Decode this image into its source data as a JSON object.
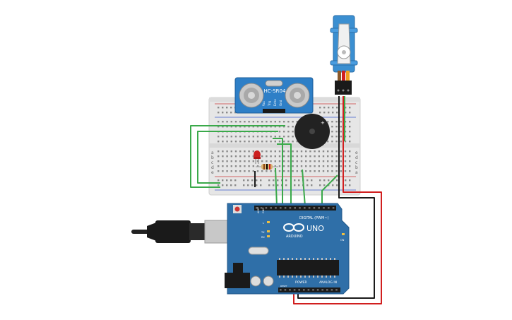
{
  "sensor": {
    "model": "HC-SR04",
    "pins": [
      "Vcc",
      "Trig",
      "Echo",
      "Gnd"
    ]
  },
  "arduino": {
    "brand": "ARDUINO",
    "model": "UNO",
    "digital_label": "DIGITAL (PWM~)",
    "power_label": "POWER",
    "analog_label": "ANALOG IN",
    "reset_label": "RESET",
    "aref_label": "AREF",
    "gnd_label": "GND",
    "tx_label": "TX",
    "rx_label": "RX",
    "l_label": "L",
    "on_label": "ON"
  },
  "breadboard": {
    "row_letters_left": [
      "a",
      "b",
      "c",
      "d",
      "e"
    ],
    "row_letters_right": [
      "e",
      "d",
      "c",
      "b",
      "a"
    ]
  },
  "colors": {
    "board": "#2f6fa8",
    "breadboard": "#eaeaea",
    "wire_green": "#3aa94a",
    "wire_red": "#d11f1f",
    "wire_black": "#1a1a1a",
    "servo": "#3b8fd1",
    "buzzer": "#222222",
    "led": "#cc2020"
  }
}
